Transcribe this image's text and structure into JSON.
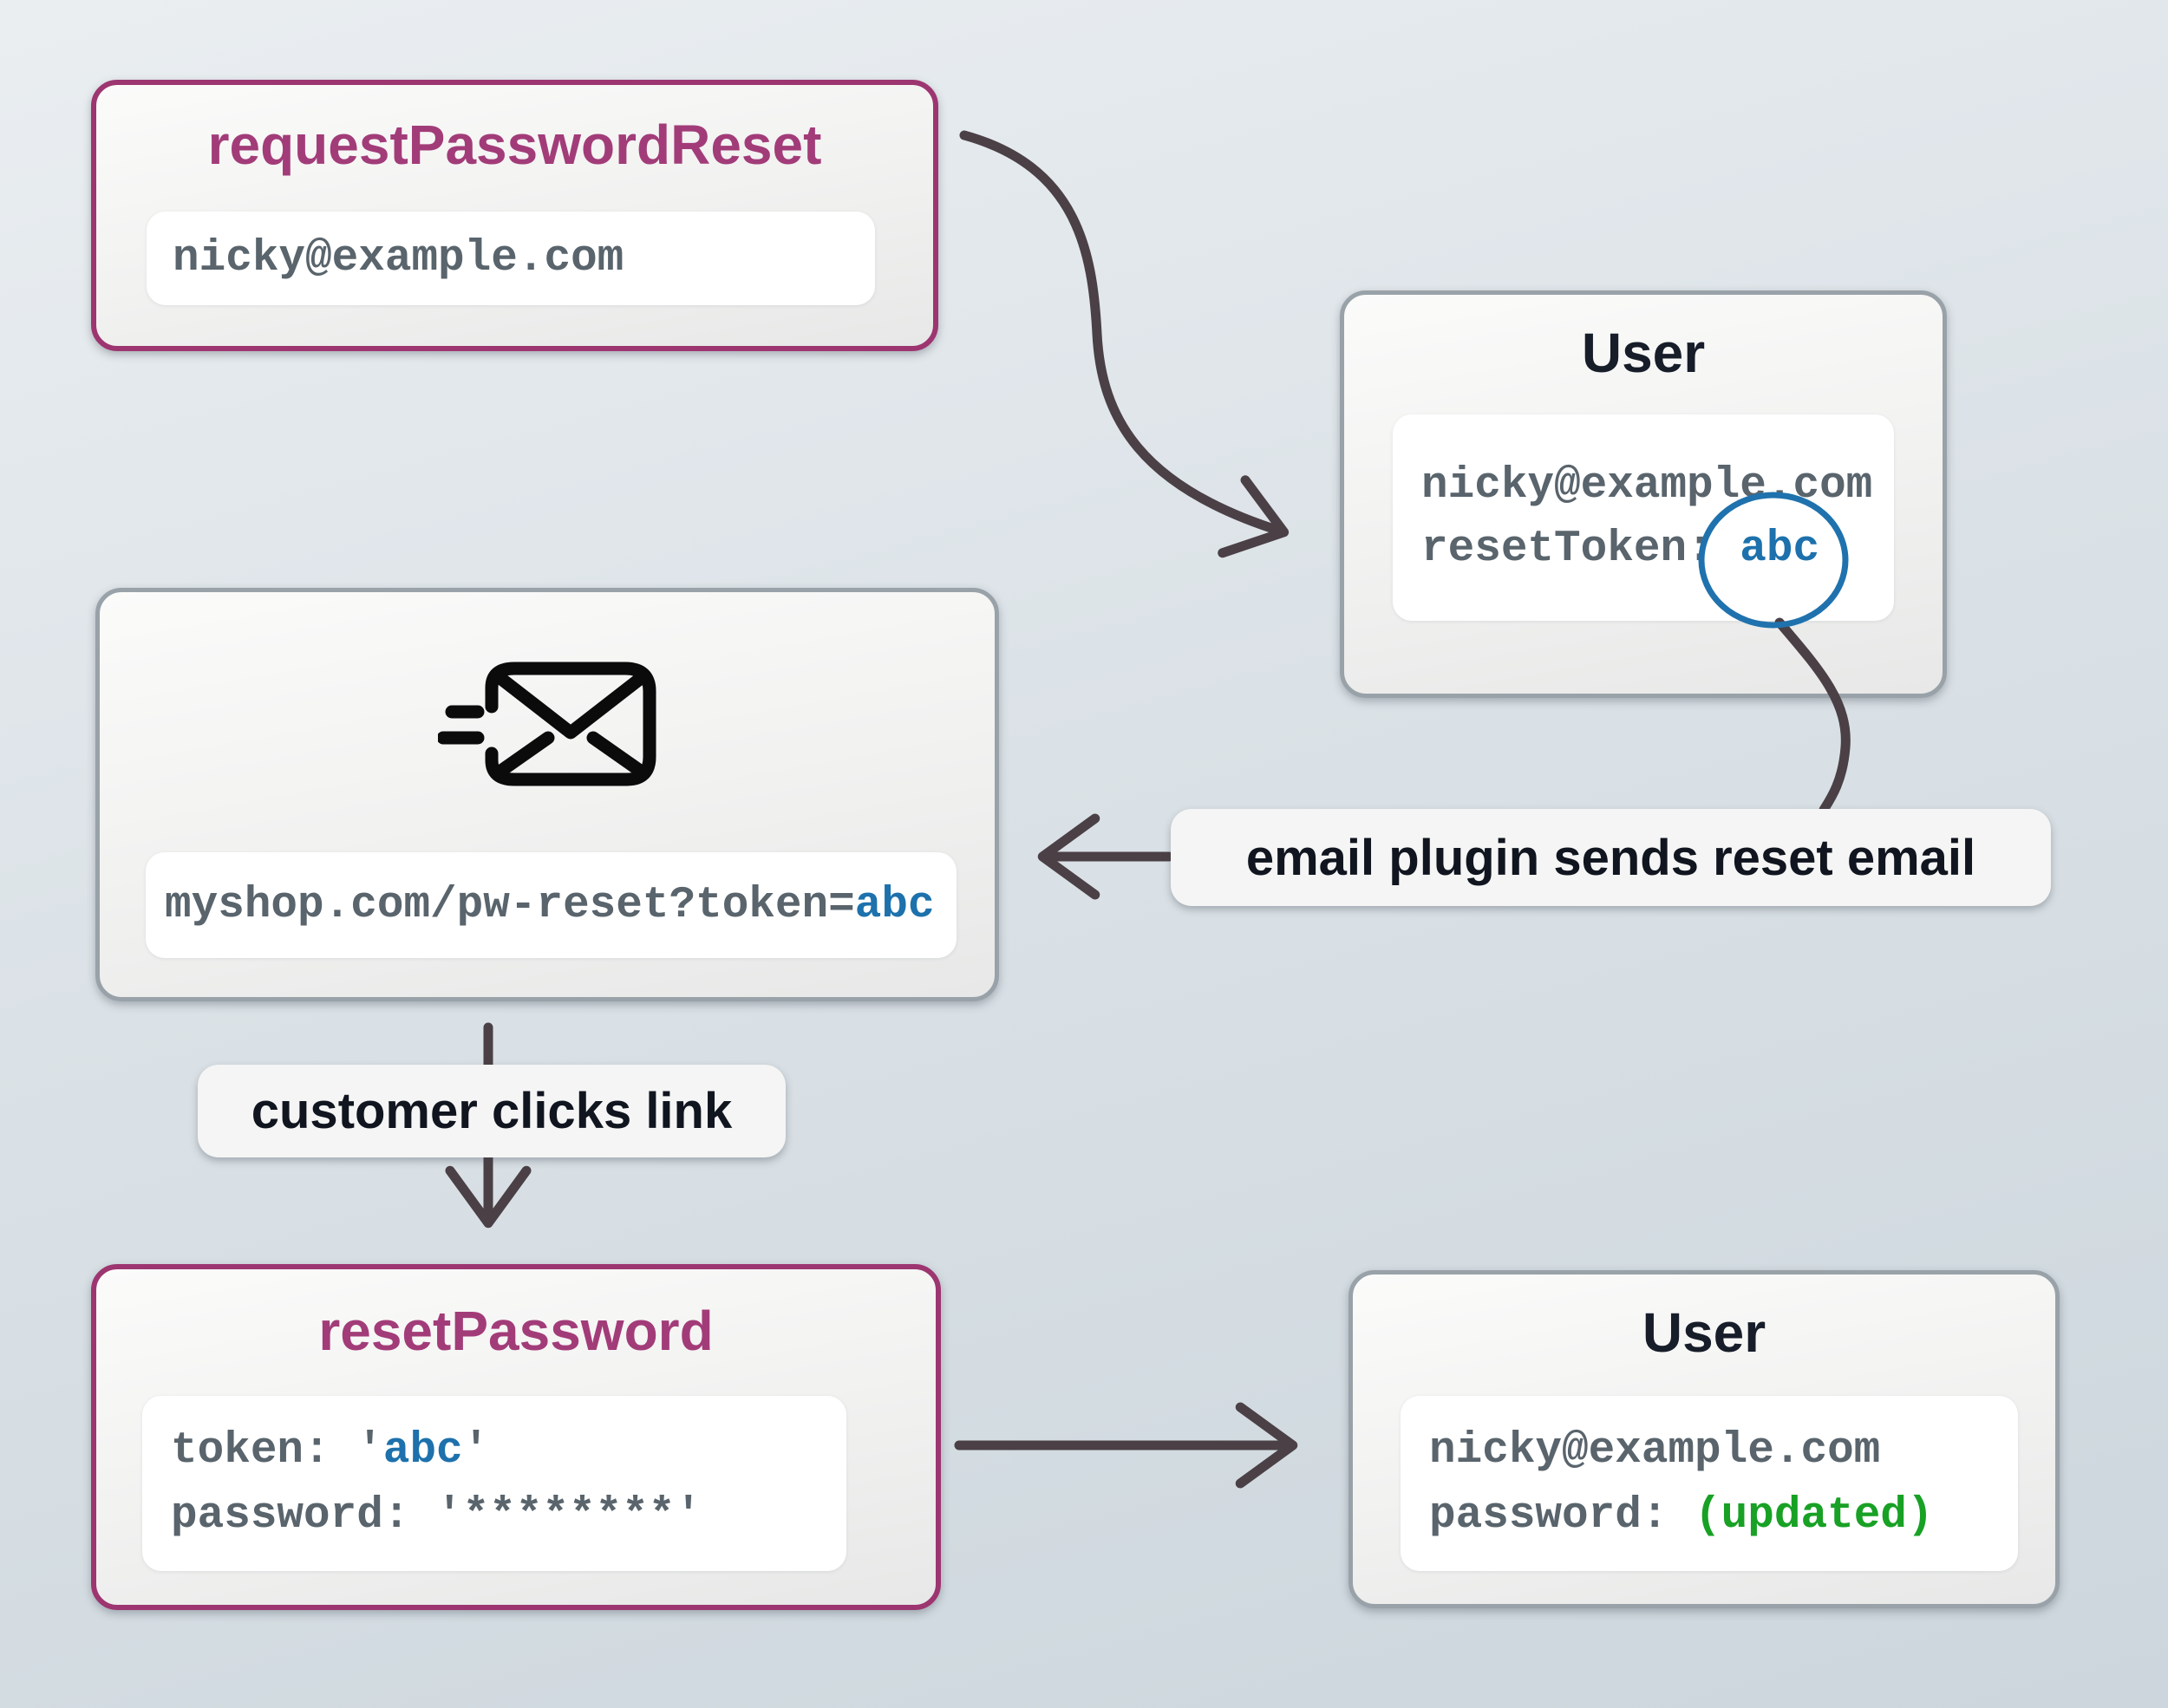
{
  "diagram": {
    "colors": {
      "background_top": "#eaeef1",
      "background_bottom": "#ccd6dc",
      "magenta_border": "#9c3570",
      "magenta_title": "#a23c79",
      "gray_border": "#98a2a8",
      "dark_title": "#171d29",
      "code_gray": "#59646c",
      "token_blue": "#1d71ac",
      "updated_green": "#18a125",
      "arrow": "#4a4045",
      "circle_blue": "#1f72ad"
    },
    "nodes": {
      "request_password_reset": {
        "title": "requestPasswordReset",
        "email": "nicky@example.com"
      },
      "user_after_request": {
        "title": "User",
        "email": "nicky@example.com",
        "reset_token_label": "resetToken: ",
        "reset_token_value": "abc"
      },
      "reset_email": {
        "icon": "send-email-icon",
        "url_prefix": "myshop.com/pw-reset?token=",
        "url_token": "abc"
      },
      "reset_password": {
        "title": "resetPassword",
        "token_prefix": "token: '",
        "token_value": "abc",
        "token_suffix": "'",
        "password_line": "password: '********'"
      },
      "user_after_reset": {
        "title": "User",
        "email": "nicky@example.com",
        "password_label": "password: ",
        "password_value": "(updated)"
      }
    },
    "annotations": {
      "email_plugin": "email plugin sends reset email",
      "customer_clicks": "customer clicks link"
    }
  }
}
